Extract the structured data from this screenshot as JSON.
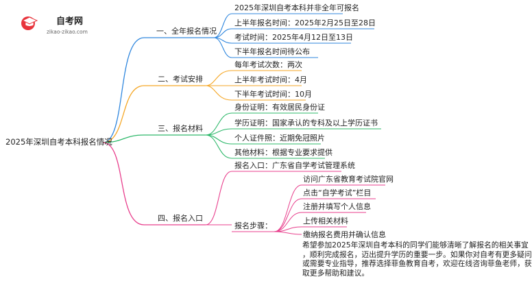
{
  "logo": {
    "name": "自考网",
    "url": "zikao-zikao.com",
    "icon": "graduation-cap-icon",
    "colors": {
      "circle": "#e8343c",
      "cap": "#ffffff"
    }
  },
  "root": {
    "label": "2025年深圳自考本科报名情况"
  },
  "branches": [
    {
      "label": "一、全年报名情况",
      "color": "#2e86de",
      "children": [
        {
          "label": "2025年深圳自考本科并非全年可报名"
        },
        {
          "label": "上半年报名时间：2025年2月25日至28日"
        },
        {
          "label": "考试时间：2025年4月12日至13日"
        },
        {
          "label": "下半年报名时间待公布"
        }
      ]
    },
    {
      "label": "二、考试安排",
      "color": "#f5a623",
      "children": [
        {
          "label": "每年考试次数：两次"
        },
        {
          "label": "上半年考试时间：4月"
        },
        {
          "label": "下半年考试时间：10月"
        }
      ]
    },
    {
      "label": "三、报名材料",
      "color": "#2db86a",
      "children": [
        {
          "label": "身份证明：有效居民身份证"
        },
        {
          "label": "学历证明：国家承认的专科及以上学历证书"
        },
        {
          "label": "个人证件照：近期免冠照片"
        },
        {
          "label": "其他材料：根据专业要求提供"
        }
      ]
    },
    {
      "label": "四、报名入口",
      "color": "#e83e8c",
      "children": [
        {
          "label": "报名入口：广东省自学考试管理系统"
        },
        {
          "label": "报名步骤：",
          "children": [
            {
              "label": "访问广东省教育考试院官网"
            },
            {
              "label": "点击“自学考试”栏目"
            },
            {
              "label": "注册并填写个人信息"
            },
            {
              "label": "上传相关材料"
            },
            {
              "label": "缴纳报名费用并确认信息"
            }
          ]
        }
      ]
    }
  ],
  "paragraph": [
    "希望参加2025年深圳自考本科的同学们能够清晰了解报名的相关事宜",
    "，顺利完成报名，迈出提升学历的重要一步。如果你对自考有更多疑问",
    "或需要专业指导，推荐选择菲鱼教育自考，欢迎在线咨询菲鱼老师，获",
    "取更多帮助和建议。"
  ]
}
